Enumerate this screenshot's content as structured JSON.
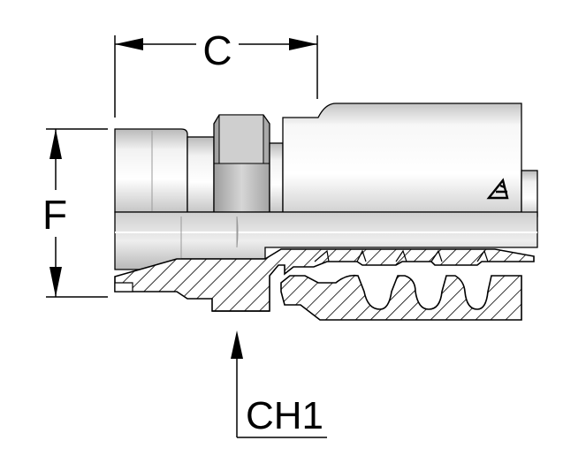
{
  "dimensions": {
    "c": "C",
    "f": "F",
    "ch1": "CH1"
  },
  "logo": {
    "icon": "brand-mark-icon"
  },
  "colors": {
    "metal_light": "#f4f4f4",
    "metal_mid": "#d9d9d9",
    "metal_dark": "#a8a8a8",
    "outline": "#000000"
  }
}
